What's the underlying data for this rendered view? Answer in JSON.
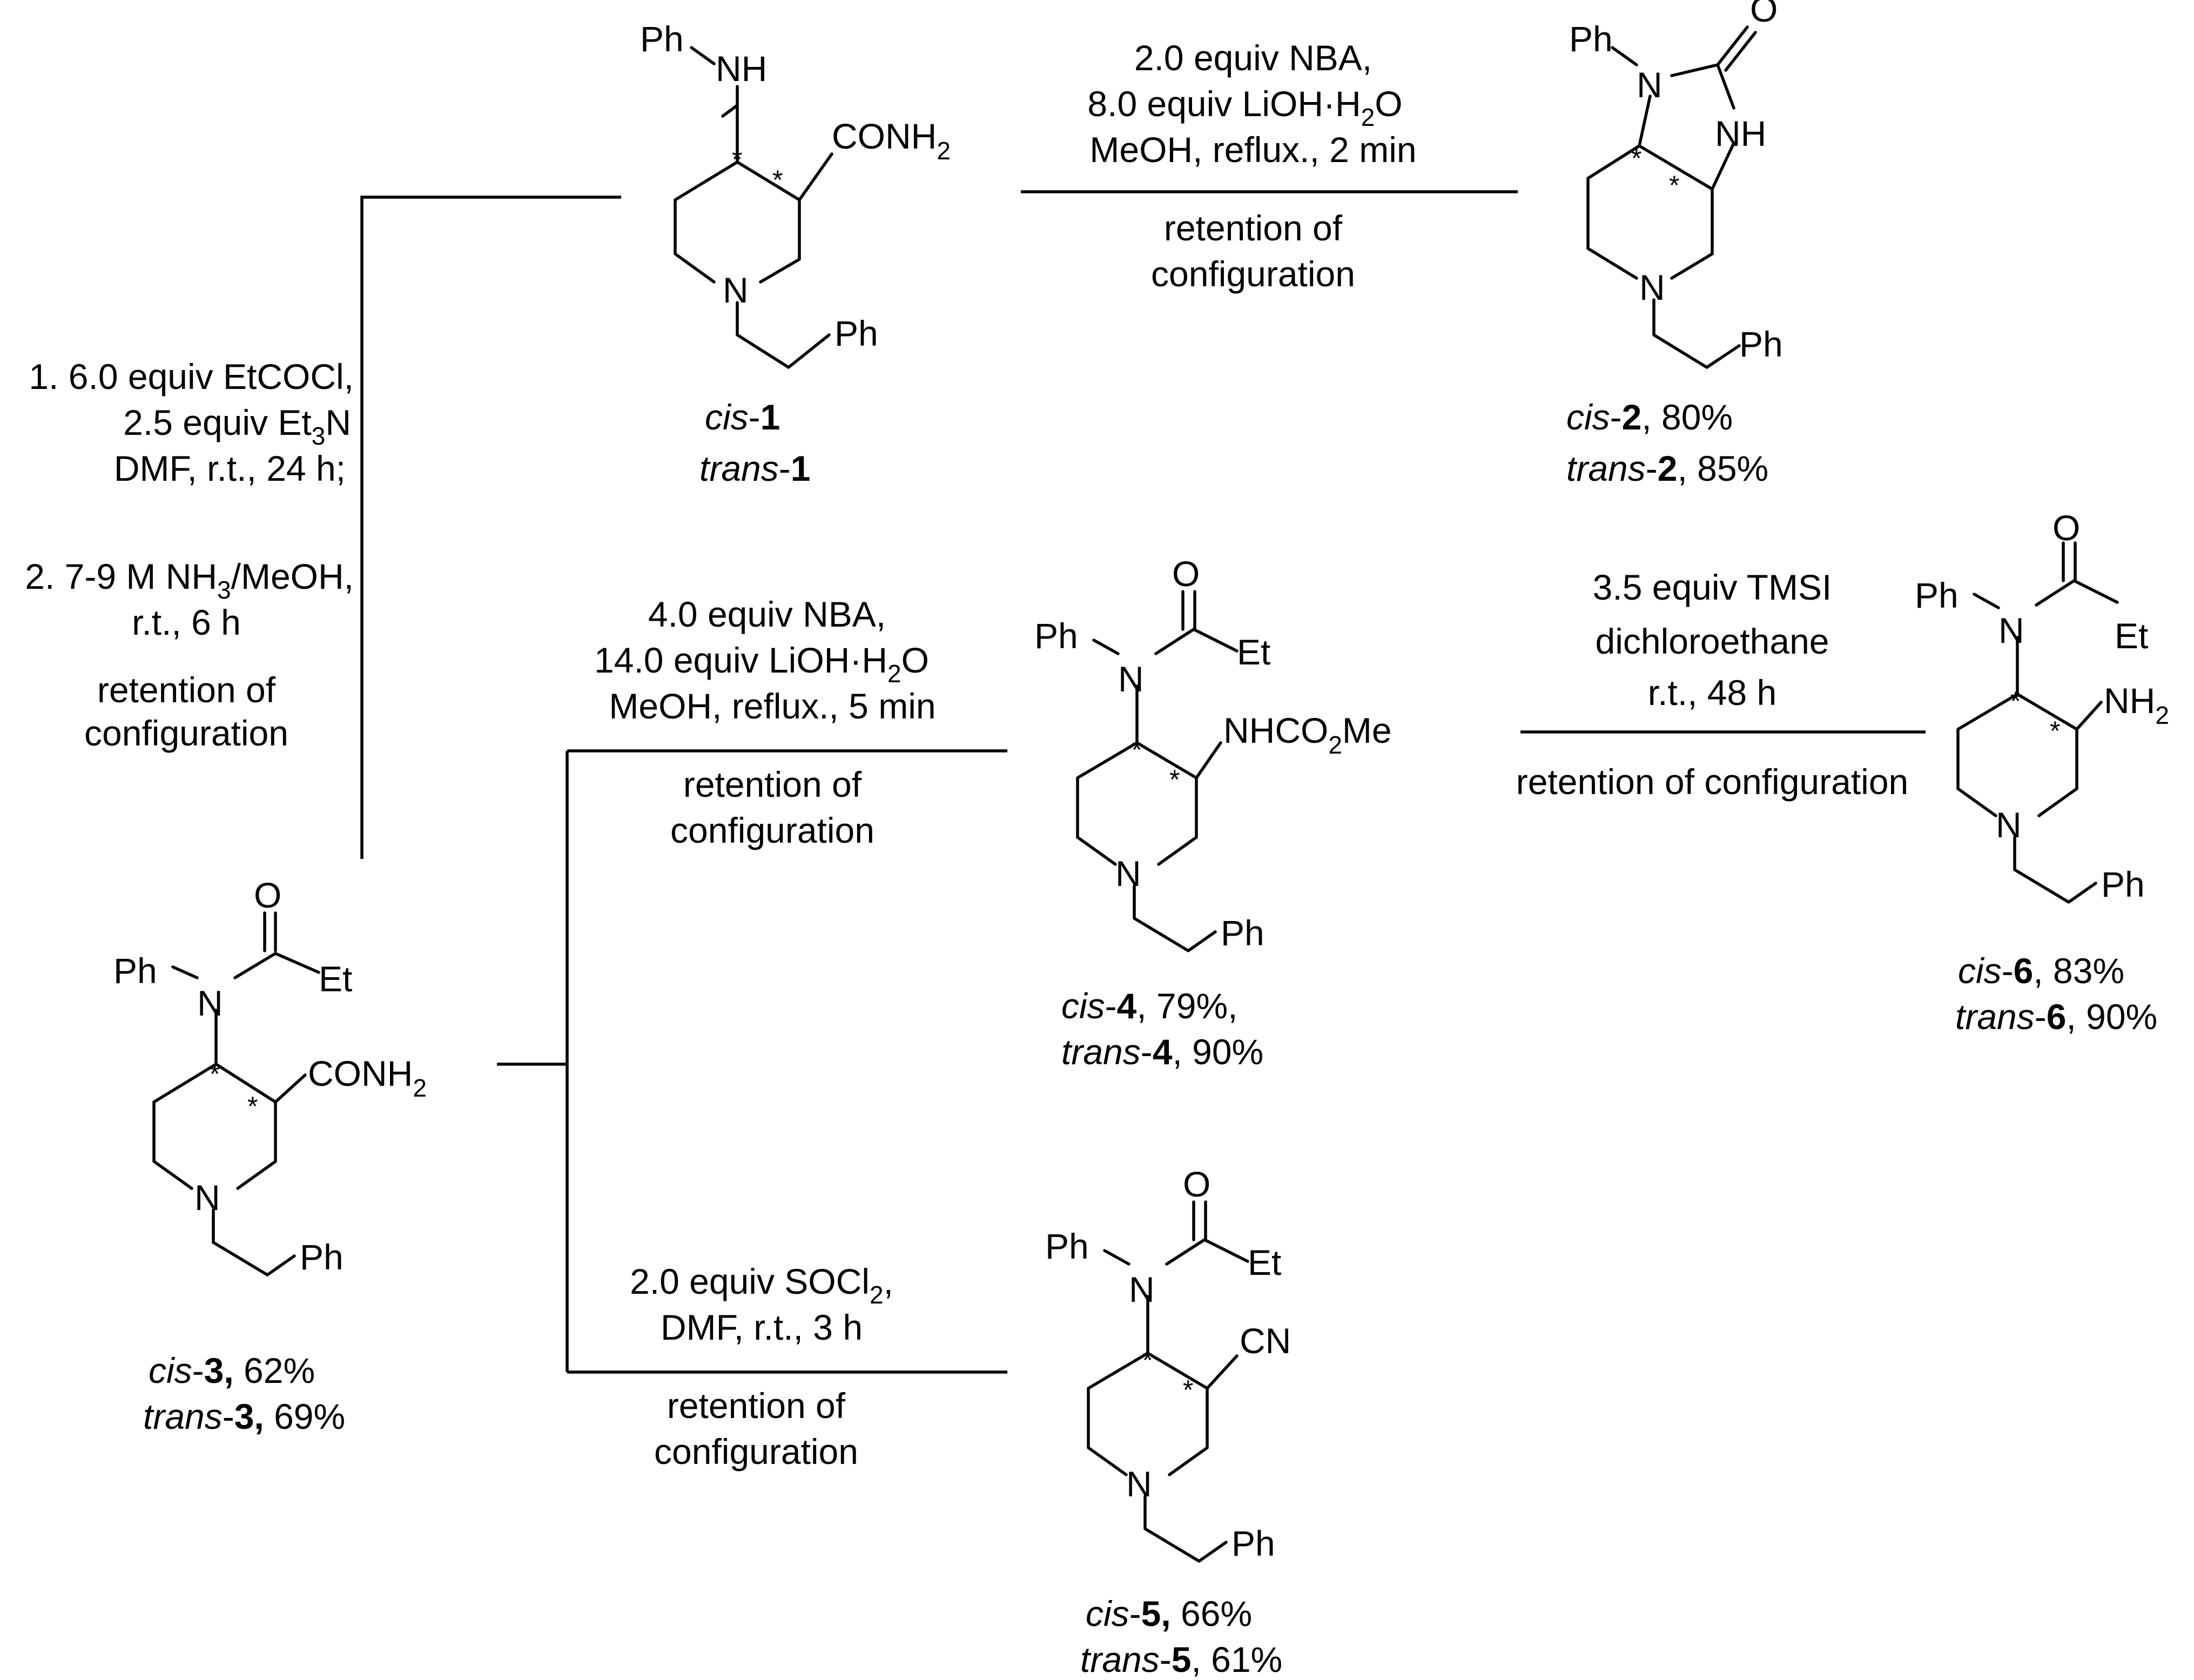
{
  "atoms": {
    "ph": "Ph",
    "nh": "NH",
    "n": "N",
    "o": "O",
    "et": "Et",
    "conh": "CONH",
    "two": "2",
    "nhco": "NHCO",
    "me": "Me",
    "nh2": "NH",
    "cn": "CN",
    "three": "3",
    "star": "*"
  },
  "compounds": {
    "c1": {
      "cis": "cis",
      "trans": "trans",
      "num": "1"
    },
    "c2": {
      "cis": "cis",
      "cis_y": ", 80%",
      "trans": "trans",
      "trans_y": ", 85%",
      "num": "2"
    },
    "c3": {
      "cis": "cis",
      "cis_y": " 62%",
      "trans": "trans",
      "trans_y": " 69%",
      "num": "3,"
    },
    "c4": {
      "cis": "cis",
      "cis_y": ", 79%,",
      "trans": "trans",
      "trans_y": ", 90%",
      "num": "4"
    },
    "c5": {
      "cis": "cis",
      "cis_y": " 66%",
      "trans": "trans",
      "trans_y": ", 61%",
      "num": "5,",
      "num_plain": "5"
    },
    "c6": {
      "cis": "cis",
      "cis_y": ", 83%",
      "trans": "trans",
      "trans_y": ", 90%",
      "num": "6"
    }
  },
  "conditions": {
    "r1": {
      "line1": "2.0 equiv NBA,",
      "line2a": "8.0 equiv LiOH",
      "dot": "·",
      "line2b": "H",
      "line2c": "O",
      "line3": "MeOH, reflux., 2 min",
      "line4": "retention of",
      "line5": "configuration"
    },
    "r2": {
      "line1": "1. 6.0 equiv EtCOCl,",
      "line2a": "2.5 equiv Et",
      "line2b": "N",
      "line3": "DMF, r.t., 24 h;",
      "line4a": "2. 7-9 M NH",
      "line4b": "/MeOH,",
      "line5": "r.t., 6 h",
      "line6": "retention of",
      "line7": "configuration"
    },
    "r3": {
      "line1": "4.0 equiv NBA,",
      "line2a": "14.0 equiv LiOH",
      "line2b": "H",
      "line2c": "O",
      "line3": "MeOH, reflux., 5 min",
      "line4": "retention of",
      "line5": "configuration"
    },
    "r4": {
      "line1": "3.5 equiv TMSI",
      "line2": "dichloroethane",
      "line3": "r.t., 48 h",
      "line4": "retention of configuration"
    },
    "r5": {
      "line1a": "2.0 equiv SOCl",
      "line1b": ",",
      "line2": "DMF, r.t., 3 h",
      "line3": "retention of",
      "line4": "configuration"
    }
  }
}
